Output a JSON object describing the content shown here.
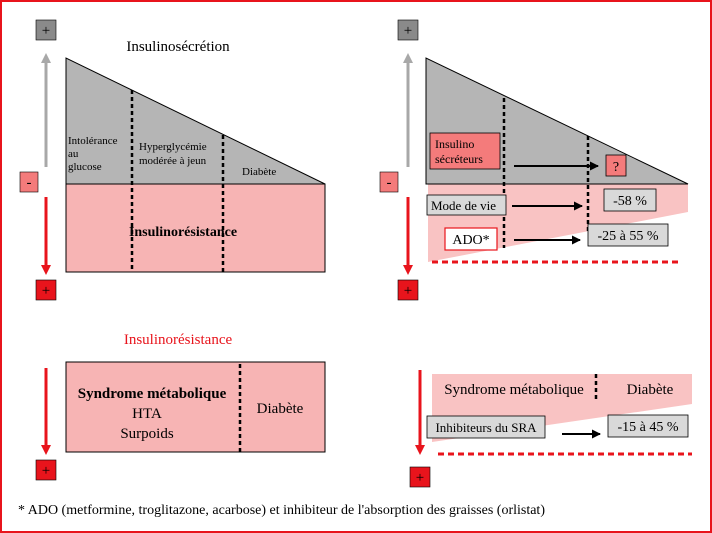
{
  "colors": {
    "border": "#e8141c",
    "red": "#e8141c",
    "gray_fill": "#b5b5b5",
    "pink_fill": "#f7b4b4",
    "light_pink": "#f9c3c3",
    "box_red": "#f47b7b",
    "gray_arrow": "#a8a8a8"
  },
  "labels": {
    "plus": "+",
    "minus": "-"
  },
  "top_left": {
    "title": "Insulinosécrétion",
    "zone1_line1": "Intolérance",
    "zone1_line2": "au",
    "zone1_line3": "glucose",
    "zone2_line1": "Hyperglycémie",
    "zone2_line2": "modérée à jeun",
    "zone3": "Diabète",
    "resistance": "Insulinorésistance"
  },
  "top_right": {
    "box1_line1": "Insulino",
    "box1_line2": "sécréteurs",
    "value1": "?",
    "box2": "Mode de vie",
    "value2": "-58 %",
    "box3": "ADO*",
    "value3": "-25 à 55 %"
  },
  "bottom_left": {
    "title": "Insulinorésistance",
    "syndrome": "Syndrome métabolique",
    "hta": "HTA",
    "surpoids": "Surpoids",
    "diabete": "Diabète"
  },
  "bottom_right": {
    "syndrome": "Syndrome métabolique",
    "diabete": "Diabète",
    "box": "Inhibiteurs du SRA",
    "value": "-15 à 45 %"
  },
  "footnote": "* ADO (metformine, troglitazone, acarbose) et inhibiteur de l'absorption des graisses (orlistat)"
}
